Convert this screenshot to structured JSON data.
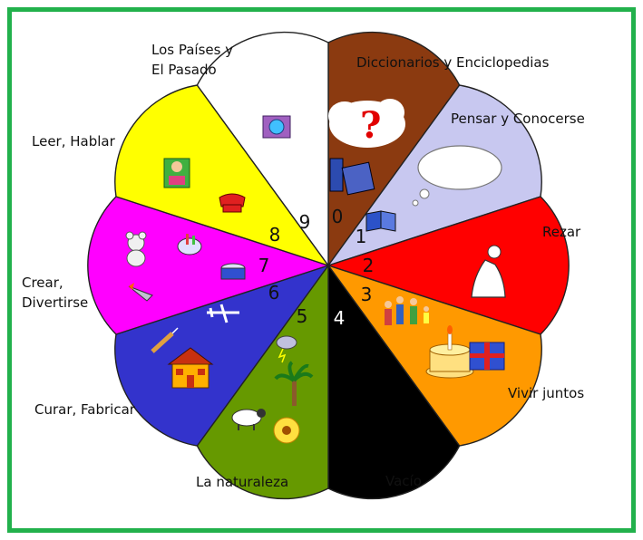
{
  "diagram": {
    "border_color": "#22b14c",
    "petals": [
      {
        "number": "0",
        "label": "Diccionarios y Enciclopedias",
        "color": "#8b3a10"
      },
      {
        "number": "1",
        "label": "Pensar y Conocerse",
        "color": "#c8c8f0"
      },
      {
        "number": "2",
        "label": "Rezar",
        "color": "#ff0000"
      },
      {
        "number": "3",
        "label": "Vivir juntos",
        "color": "#ff9900"
      },
      {
        "number": "4",
        "label": "Vacío",
        "color": "#000000"
      },
      {
        "number": "5",
        "label": "La naturaleza",
        "color": "#669900"
      },
      {
        "number": "6",
        "label": "Curar, Fabricar",
        "color": "#3333cc"
      },
      {
        "number": "7",
        "label": "Crear,\nDivertirse",
        "color": "#ff00ff"
      },
      {
        "number": "8",
        "label": "Leer, Hablar",
        "color": "#ffff00"
      },
      {
        "number": "9",
        "label": "Los Países y\nEl Pasado",
        "color": "#ffffff"
      }
    ]
  }
}
